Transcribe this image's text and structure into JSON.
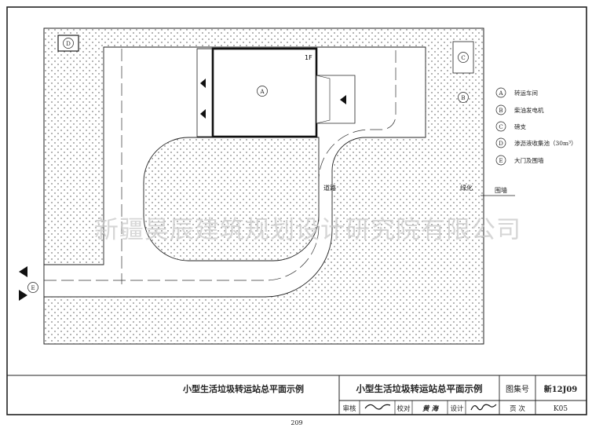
{
  "plan": {
    "label_A": "A",
    "label_B": "B",
    "label_C": "C",
    "label_D": "D",
    "label_E": "E",
    "floor_tag": "1F",
    "road_label": "道路",
    "green_label": "绿化",
    "wall_label": "围墙"
  },
  "legend": {
    "items": [
      {
        "key": "A",
        "text": "转运车间"
      },
      {
        "key": "B",
        "text": "柴油发电机"
      },
      {
        "key": "C",
        "text": "磅支"
      },
      {
        "key": "D",
        "text": "渗沥液收集池（30m³）"
      },
      {
        "key": "E",
        "text": "大门及围墙"
      }
    ]
  },
  "watermark": "新疆昊辰建筑规划设计研究院有限公司",
  "title_block": {
    "caption": "小型生活垃圾转运站总平面示例",
    "title": "小型生活垃圾转运站总平面示例",
    "atlas_label": "图集号",
    "atlas_no": "新12J09",
    "review_label": "审核",
    "check_label": "校对",
    "design_label": "设计",
    "checker_name": "黄 海",
    "page_label": "页 次",
    "page_no": "K05"
  },
  "page_number": "209",
  "colors": {
    "line": "#222222",
    "dots": "#444444",
    "watermark": "#c9c9c9"
  }
}
